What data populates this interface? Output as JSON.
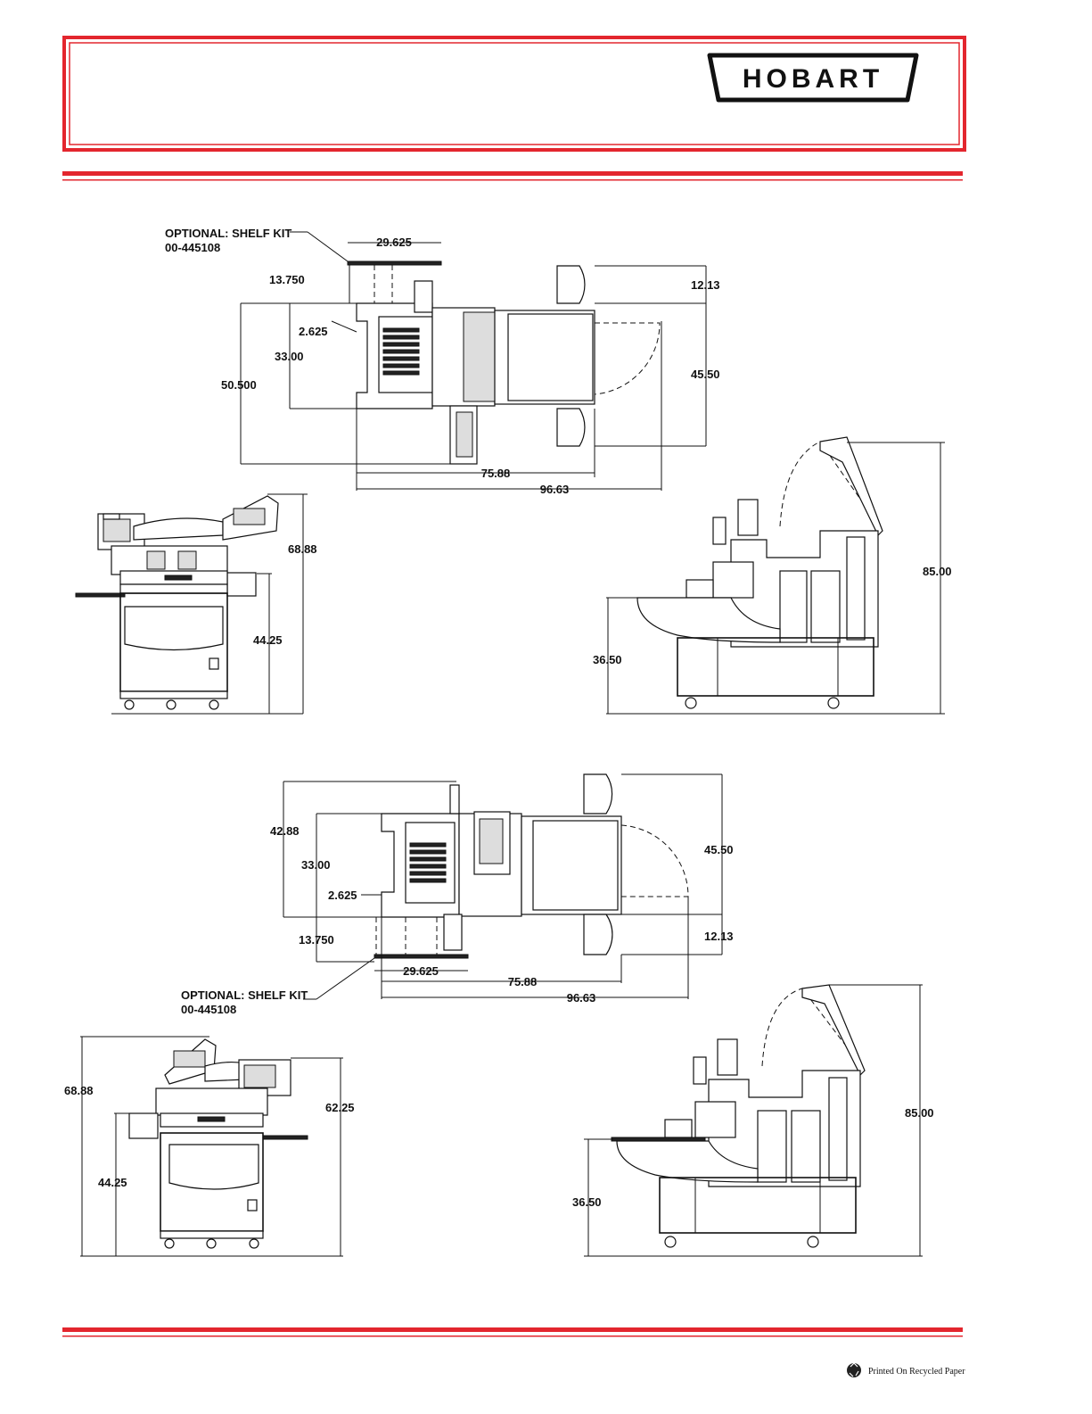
{
  "brand": {
    "logo_text": "HOBART"
  },
  "footer": {
    "recycled_note": "Printed On Recycled Paper"
  },
  "colors": {
    "accent_red": "#e3262e"
  },
  "view1": {
    "shelf_kit_label": "OPTIONAL:  SHELF KIT",
    "shelf_kit_part": "00-445108",
    "dims": {
      "shelf_width": "29.625",
      "shelf_depth": "13.750",
      "door_swing": "12.13",
      "offset": "2.625",
      "body_depth": "33.00",
      "overall_depth": "50.500",
      "door_span": "45.50",
      "length": "75.88",
      "overall_length": "96.63"
    }
  },
  "view1_front": {
    "height": "68.88",
    "working_height": "44.25"
  },
  "view1_side": {
    "working_height": "36.50",
    "open_height": "85.00"
  },
  "view2": {
    "shelf_kit_label": "OPTIONAL:  SHELF KIT",
    "shelf_kit_part": "00-445108",
    "dims": {
      "overall_depth": "42.88",
      "body_depth": "33.00",
      "offset": "2.625",
      "shelf_depth": "13.750",
      "shelf_width": "29.625",
      "door_span": "45.50",
      "door_swing": "12.13",
      "length": "75.88",
      "overall_length": "96.63"
    }
  },
  "view2_front": {
    "height": "68.88",
    "top_height": "62.25",
    "working_height": "44.25"
  },
  "view2_side": {
    "working_height": "36.50",
    "open_height": "85.00"
  }
}
